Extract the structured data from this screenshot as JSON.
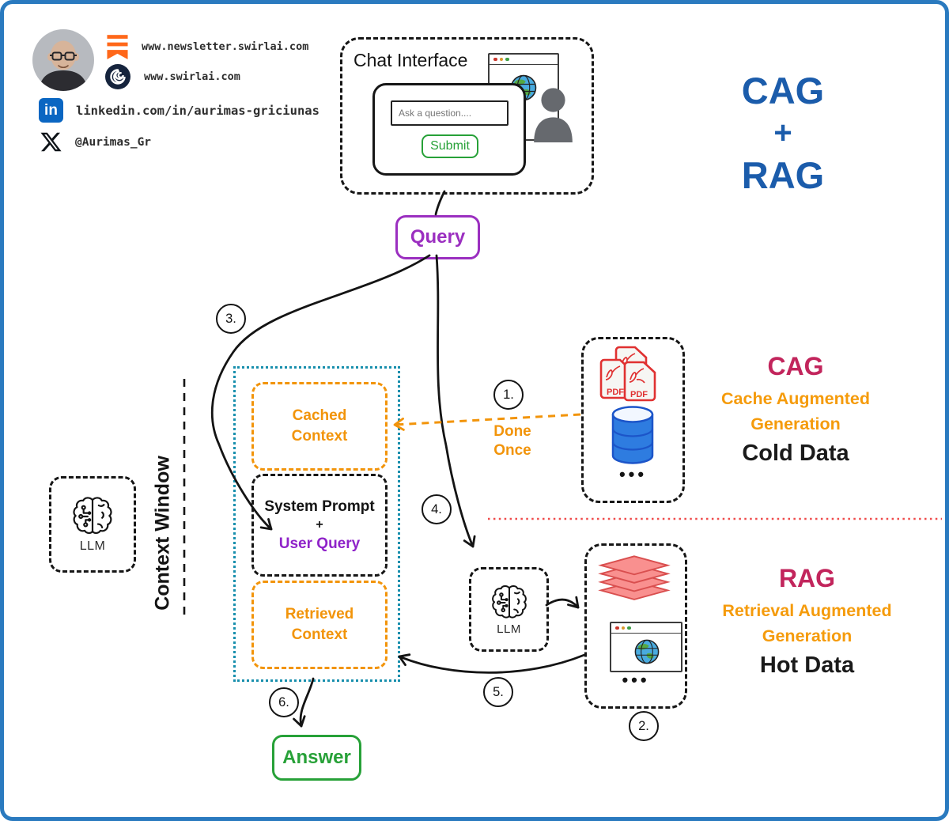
{
  "header": {
    "links": [
      {
        "icon": "substack-icon",
        "text": "www.newsletter.swirlai.com"
      },
      {
        "icon": "swirl-icon",
        "text": "www.swirlai.com"
      },
      {
        "icon": "linkedin-icon",
        "text": "linkedin.com/in/aurimas-griciunas"
      },
      {
        "icon": "x-icon",
        "text": "@Aurimas_Gr"
      }
    ],
    "linkedin_glyph": "in"
  },
  "title": {
    "top": "CAG",
    "mid": "+",
    "bottom": "RAG"
  },
  "chat": {
    "title": "Chat Interface",
    "placeholder": "Ask a question....",
    "submit": "Submit"
  },
  "query_label": "Query",
  "context_window": {
    "axis": "Context Window",
    "cached": [
      "Cached",
      "Context"
    ],
    "system": [
      "System Prompt",
      "+",
      "User Query"
    ],
    "retrieved": [
      "Retrieved",
      "Context"
    ]
  },
  "llm_label": "LLM",
  "steps": {
    "1": "1.",
    "2": "2.",
    "3": "3.",
    "4": "4.",
    "5": "5.",
    "6": "6."
  },
  "cag": {
    "heading": "CAG",
    "sub1": "Cache Augmented",
    "sub2": "Generation",
    "data_label": "Cold Data",
    "pdf": "PDF",
    "dots": "•••",
    "done": [
      "Done",
      "Once"
    ]
  },
  "rag": {
    "heading": "RAG",
    "sub1": "Retrieval Augmented",
    "sub2": "Generation",
    "data_label": "Hot Data",
    "dots": "•••"
  },
  "answer_label": "Answer",
  "colors": {
    "frame_blue": "#2a7abf",
    "title_blue": "#1b5cab",
    "purple": "#9b2fc0",
    "orange": "#f2940a",
    "magenta": "#c2255c",
    "green": "#27a138",
    "teal_dotted": "#188fad",
    "red_divider": "#ef4b4b",
    "database_blue": "#2e7ce0",
    "stack_red": "#f9908f"
  }
}
